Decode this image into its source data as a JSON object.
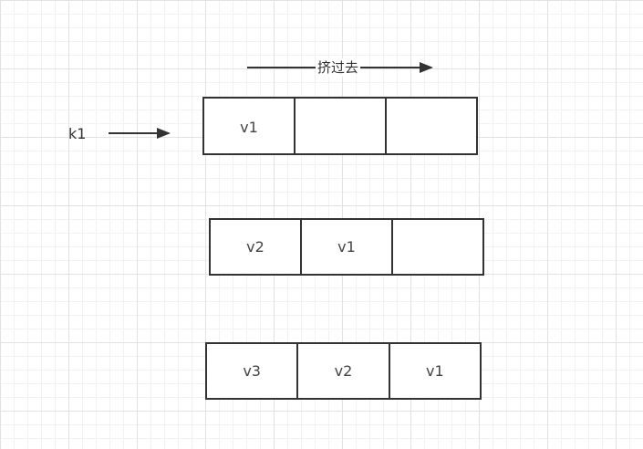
{
  "top_arrow": {
    "label": "挤过去"
  },
  "key_arrow": {
    "label": "k1"
  },
  "rows": [
    {
      "cells": [
        "v1",
        "",
        ""
      ]
    },
    {
      "cells": [
        "v2",
        "v1",
        ""
      ]
    },
    {
      "cells": [
        "v3",
        "v2",
        "v1"
      ]
    }
  ],
  "colors": {
    "stroke": "#333333",
    "grid": "#e2e2e2",
    "background": "#ffffff"
  }
}
